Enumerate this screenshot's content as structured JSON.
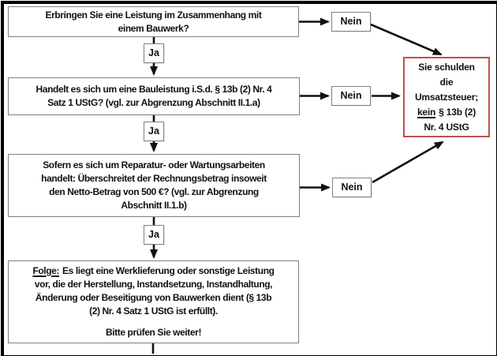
{
  "flowchart": {
    "yes_label": "Ja",
    "no_label": "Nein",
    "questions": [
      {
        "lines": [
          "Erbringen Sie eine Leistung im Zusammenhang mit",
          "einem Bauwerk?"
        ]
      },
      {
        "lines": [
          "Handelt es sich um eine Bauleistung i.S.d. § 13b (2) Nr. 4",
          "Satz 1 UStG? (vgl. zur Abgrenzung Abschnitt II.1.a)"
        ]
      },
      {
        "lines": [
          "Sofern es sich um Reparatur- oder Wartungsarbeiten",
          "handelt: Überschreitet der Rechnungsbetrag insoweit",
          "den Netto-Betrag von 500 €? (vgl. zur Abgrenzung",
          "Abschnitt II.1.b)"
        ]
      }
    ],
    "result_box": {
      "line1": "Sie schulden",
      "line2": "die",
      "line3": "Umsatzsteuer;",
      "kein_word": "kein",
      "kein_rest": "§ 13b (2)",
      "last_line": "Nr. 4 UStG"
    },
    "final_box": {
      "label": "Folge:",
      "line1_rest": "Es liegt eine Werklieferung oder sonstige Leistung",
      "lines": [
        "vor, die der Herstellung, Instandsetzung, Instandhaltung,",
        "Änderung oder Beseitigung von Bauwerken dient (§ 13b",
        "(2) Nr. 4 Satz 1 UStG ist erfüllt)."
      ],
      "footer": "Bitte prüfen Sie weiter!"
    },
    "colors": {
      "result_border": "#c0504d",
      "box_border": "#808080",
      "arrow": "#111111",
      "frame": "#000000"
    }
  }
}
